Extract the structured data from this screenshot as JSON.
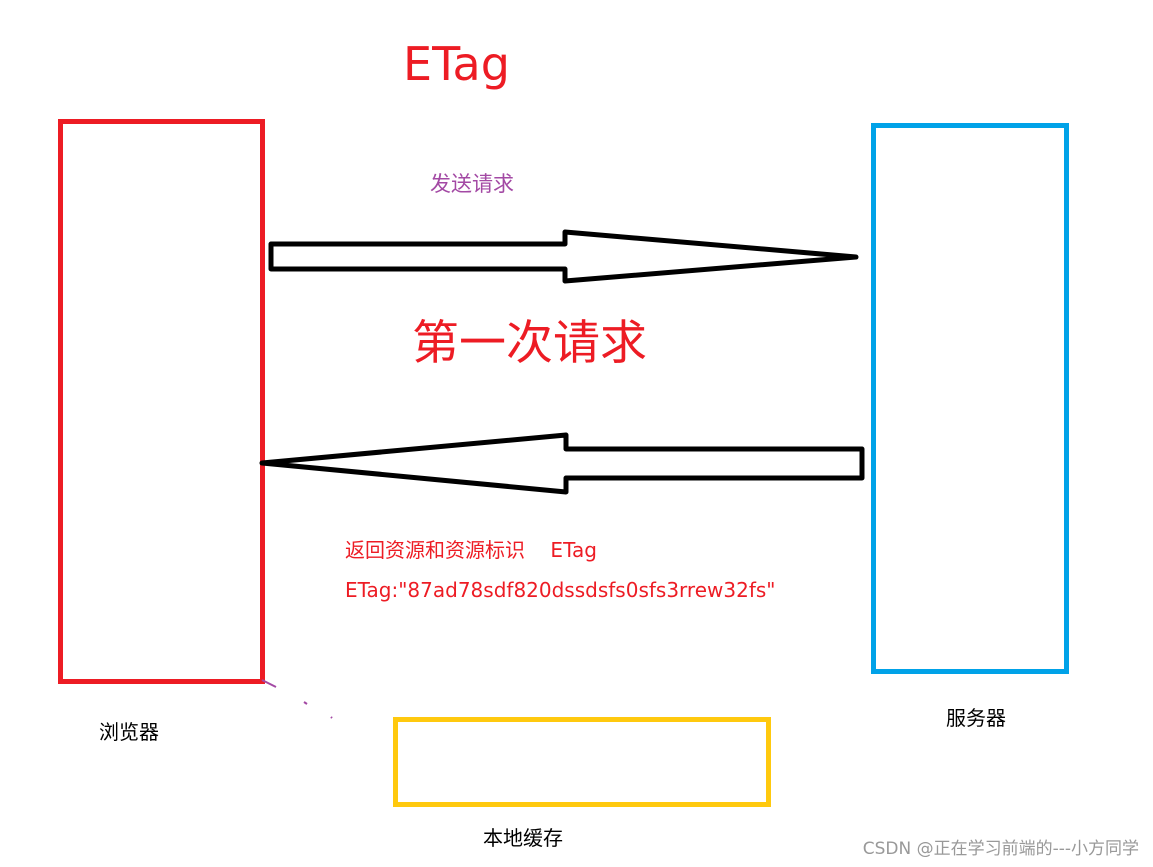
{
  "diagram": {
    "title": "ETag",
    "request_arrow_label": "发送请求",
    "phase_label": "第一次请求",
    "response_label": "返回资源和资源标识    ETag",
    "etag_header": "ETag:\"87ad78sdf820dssdsfs0sfs3rrew32fs\"",
    "nodes": {
      "browser": {
        "label": "浏览器",
        "color": "#ed1c24"
      },
      "server": {
        "label": "服务器",
        "color": "#00a2e8"
      },
      "local_cache": {
        "label": "本地缓存",
        "color": "#ffc90e"
      }
    },
    "arrows": [
      {
        "from": "browser",
        "to": "server",
        "direction": "right",
        "label": "发送请求"
      },
      {
        "from": "server",
        "to": "browser",
        "direction": "left",
        "label": "返回资源和资源标识 ETag"
      }
    ],
    "colors": {
      "title": "#ed1c24",
      "request_label": "#a349a4",
      "response_text": "#ed1c24",
      "arrow_stroke": "#000000"
    }
  },
  "watermark": "CSDN @正在学习前端的---小方同学"
}
